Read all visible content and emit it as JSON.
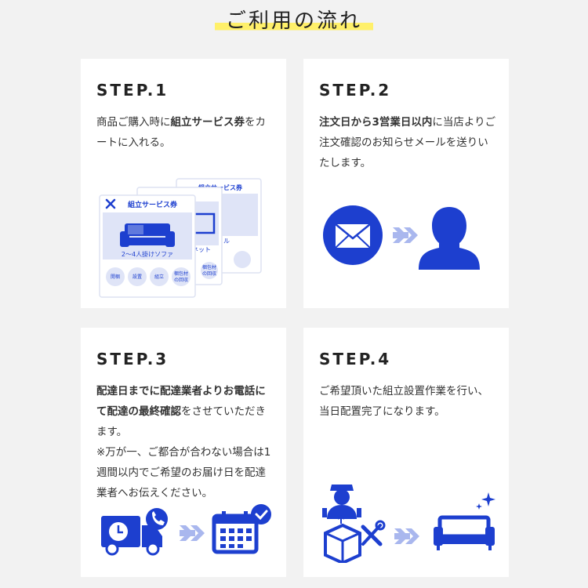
{
  "title": "ご利用の流れ",
  "steps": [
    {
      "label": "STEP.1",
      "desc": [
        {
          "t": "商品ご購入時に",
          "b": false
        },
        {
          "t": "組立サービス券",
          "b": true
        },
        {
          "t": "をカートに入れる。",
          "b": false
        }
      ],
      "coupon": {
        "title": "組立サービス券",
        "subtitle": "2〜4人掛けソファ",
        "chips": [
          "開梱",
          "設置",
          "組立",
          "梱包材の回収"
        ],
        "back_subtitle_1": "ビネット",
        "back_subtitle_2": "ル"
      }
    },
    {
      "label": "STEP.2",
      "desc": [
        {
          "t": "注文日から3営業日以内",
          "b": true
        },
        {
          "t": "に当店よりご注文確認のお知らせメールを送りいたします。",
          "b": false
        }
      ]
    },
    {
      "label": "STEP.3",
      "desc": [
        {
          "t": "配達日までに配達業者よりお電話にて配達の最終確認",
          "b": true
        },
        {
          "t": "をさせていただきます。",
          "b": false
        },
        {
          "t": "※万が一、ご都合が合わない場合は1週間以内でご希望のお届け日を配達業者へお伝えください。",
          "b": false
        }
      ]
    },
    {
      "label": "STEP.4",
      "desc": [
        {
          "t": "ご希望頂いた組立設置作業を行い、当日配置完了になります。",
          "b": false
        }
      ]
    }
  ],
  "colors": {
    "accent": "#1d3fcf",
    "arrow": "#a9b7ee",
    "highlight": "#fff06a",
    "card": "#ffffff",
    "background": "#f2f2f2"
  }
}
